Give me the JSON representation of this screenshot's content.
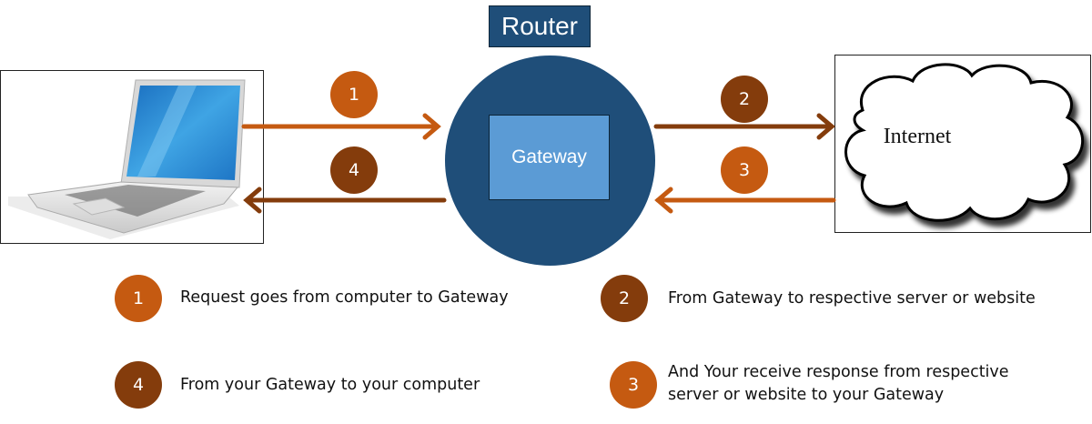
{
  "colors": {
    "orange": "#c55a11",
    "brown": "#843c0c",
    "router_blue": "#1f4e79",
    "gateway_blue": "#5b9bd5"
  },
  "router": {
    "label": "Router"
  },
  "gateway": {
    "label": "Gateway"
  },
  "computer": {
    "icon": "laptop-icon"
  },
  "internet": {
    "label": "Internet",
    "icon": "cloud-icon"
  },
  "flow_badges": {
    "step1": "1",
    "step2": "2",
    "step3": "3",
    "step4": "4"
  },
  "legend": [
    {
      "number": "1",
      "text": "Request goes from computer to Gateway"
    },
    {
      "number": "2",
      "text": "From Gateway to respective server or website"
    },
    {
      "number": "4",
      "text": "From your Gateway to your computer"
    },
    {
      "number": "3",
      "text_line1": "And Your receive response from respective",
      "text_line2": "server or website to your Gateway"
    }
  ]
}
